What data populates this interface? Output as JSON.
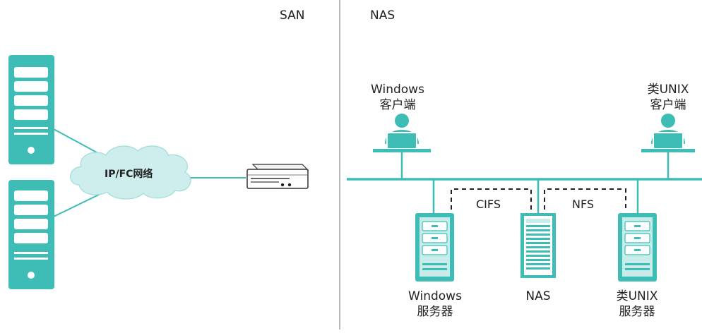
{
  "diagram": {
    "san": {
      "title": "SAN",
      "network_label": "IP/FC网络"
    },
    "nas": {
      "title": "NAS",
      "windows_client": {
        "line1": "Windows",
        "line2": "客户端"
      },
      "unix_client": {
        "line1": "类UNIX",
        "line2": "客户端"
      },
      "protocol_left": "CIFS",
      "protocol_right": "NFS",
      "windows_server": {
        "line1": "Windows",
        "line2": "服务器"
      },
      "nas_device": "NAS",
      "unix_server": {
        "line1": "类UNIX",
        "line2": "服务器"
      }
    },
    "colors": {
      "teal": "#3dbdb5",
      "teal_light": "#c8ecea",
      "cloud": "#cdeeed",
      "divider": "#8a8a8a",
      "dash": "#222222"
    }
  }
}
